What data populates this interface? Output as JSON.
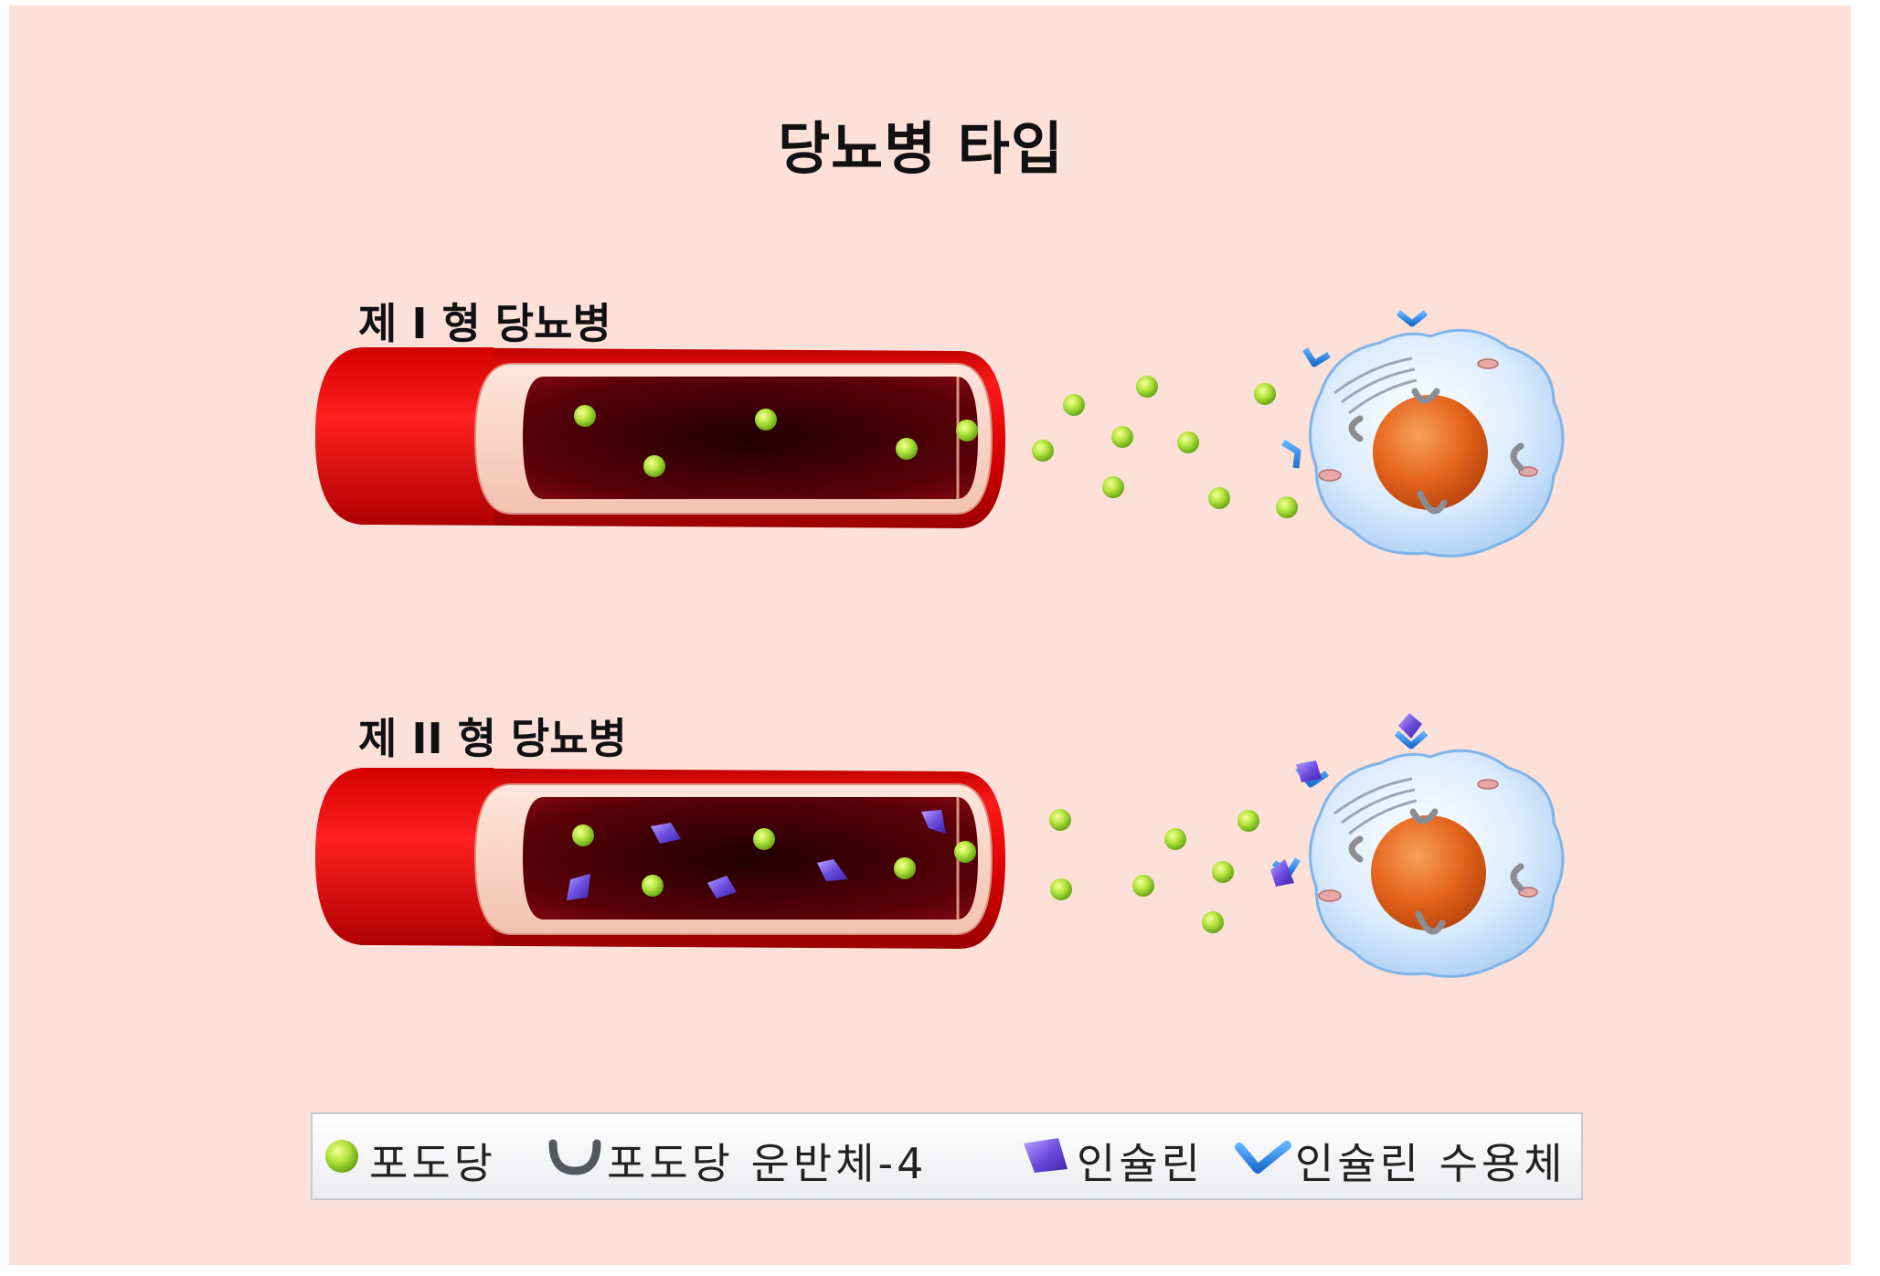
{
  "title": "당뇨병 타입",
  "sections": [
    {
      "label": "제 I 형 당뇨병"
    },
    {
      "label": "제 II 형 당뇨병"
    }
  ],
  "legend": {
    "glucose": "포도당",
    "glut4": "포도당 운반체-4",
    "insulin": "인슐린",
    "insulin_receptor": "인슐린 수용체"
  },
  "colors": {
    "background": "#fde0d8",
    "vessel_red": "#e40000",
    "vessel_lumen": "#4a0005",
    "glucose_green": "#a8e23a",
    "insulin_purple": "#7b5ce6",
    "receptor_blue": "#2c8ef0",
    "cell_blue": "#cfe4fb",
    "nucleus_orange": "#e8671a",
    "transporter_gray": "#8a8d92"
  },
  "icons": [
    "glucose-icon",
    "glucose-transporter-icon",
    "insulin-icon",
    "insulin-receptor-icon"
  ]
}
